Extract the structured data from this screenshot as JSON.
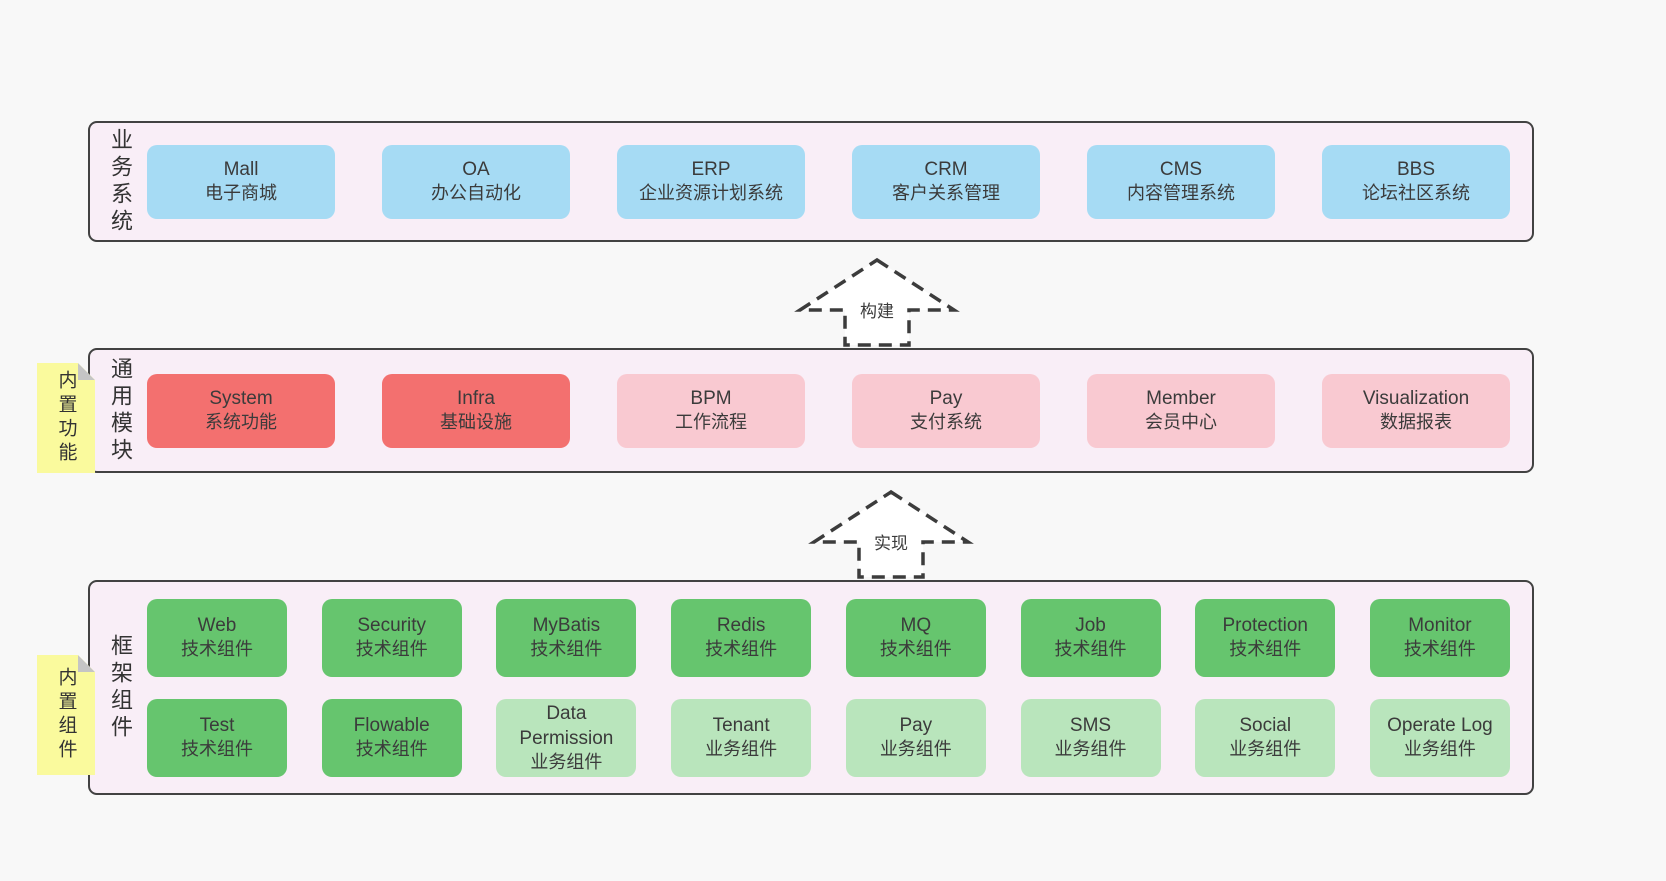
{
  "colors": {
    "page_bg": "#f8f8f8",
    "band_bg": "#f9eef7",
    "band_border": "#424242",
    "blue": "#a6dbf4",
    "red": "#f3706f",
    "pink": "#f9c9d1",
    "green": "#66c56e",
    "light_green": "#b9e5bc",
    "sticky_yellow": "#fafa9d",
    "fold_gray": "#c5c5c5"
  },
  "arrows": [
    {
      "label": "构建"
    },
    {
      "label": "实现"
    }
  ],
  "bands": [
    {
      "label": "业务系统",
      "rows": [
        [
          {
            "title": "Mall",
            "subtitle": "电子商城",
            "color": "blue"
          },
          {
            "title": "OA",
            "subtitle": "办公自动化",
            "color": "blue"
          },
          {
            "title": "ERP",
            "subtitle": "企业资源计划系统",
            "color": "blue"
          },
          {
            "title": "CRM",
            "subtitle": "客户关系管理",
            "color": "blue"
          },
          {
            "title": "CMS",
            "subtitle": "内容管理系统",
            "color": "blue"
          },
          {
            "title": "BBS",
            "subtitle": "论坛社区系统",
            "color": "blue"
          }
        ]
      ]
    },
    {
      "label": "通用模块",
      "sticky": "内置功能",
      "rows": [
        [
          {
            "title": "System",
            "subtitle": "系统功能",
            "color": "red"
          },
          {
            "title": "Infra",
            "subtitle": "基础设施",
            "color": "red"
          },
          {
            "title": "BPM",
            "subtitle": "工作流程",
            "color": "pink"
          },
          {
            "title": "Pay",
            "subtitle": "支付系统",
            "color": "pink"
          },
          {
            "title": "Member",
            "subtitle": "会员中心",
            "color": "pink"
          },
          {
            "title": "Visualization",
            "subtitle": "数据报表",
            "color": "pink"
          }
        ]
      ]
    },
    {
      "label": "框架组件",
      "sticky": "内置组件",
      "rows": [
        [
          {
            "title": "Web",
            "subtitle": "技术组件",
            "color": "green"
          },
          {
            "title": "Security",
            "subtitle": "技术组件",
            "color": "green"
          },
          {
            "title": "MyBatis",
            "subtitle": "技术组件",
            "color": "green"
          },
          {
            "title": "Redis",
            "subtitle": "技术组件",
            "color": "green"
          },
          {
            "title": "MQ",
            "subtitle": "技术组件",
            "color": "green"
          },
          {
            "title": "Job",
            "subtitle": "技术组件",
            "color": "green"
          },
          {
            "title": "Protection",
            "subtitle": "技术组件",
            "color": "green"
          },
          {
            "title": "Monitor",
            "subtitle": "技术组件",
            "color": "green"
          }
        ],
        [
          {
            "title": "Test",
            "subtitle": "技术组件",
            "color": "green"
          },
          {
            "title": "Flowable",
            "subtitle": "技术组件",
            "color": "green"
          },
          {
            "title": "Data Permission",
            "subtitle": "业务组件",
            "color": "light-green"
          },
          {
            "title": "Tenant",
            "subtitle": "业务组件",
            "color": "light-green"
          },
          {
            "title": "Pay",
            "subtitle": "业务组件",
            "color": "light-green"
          },
          {
            "title": "SMS",
            "subtitle": "业务组件",
            "color": "light-green"
          },
          {
            "title": "Social",
            "subtitle": "业务组件",
            "color": "light-green"
          },
          {
            "title": "Operate Log",
            "subtitle": "业务组件",
            "color": "light-green"
          }
        ]
      ]
    }
  ]
}
